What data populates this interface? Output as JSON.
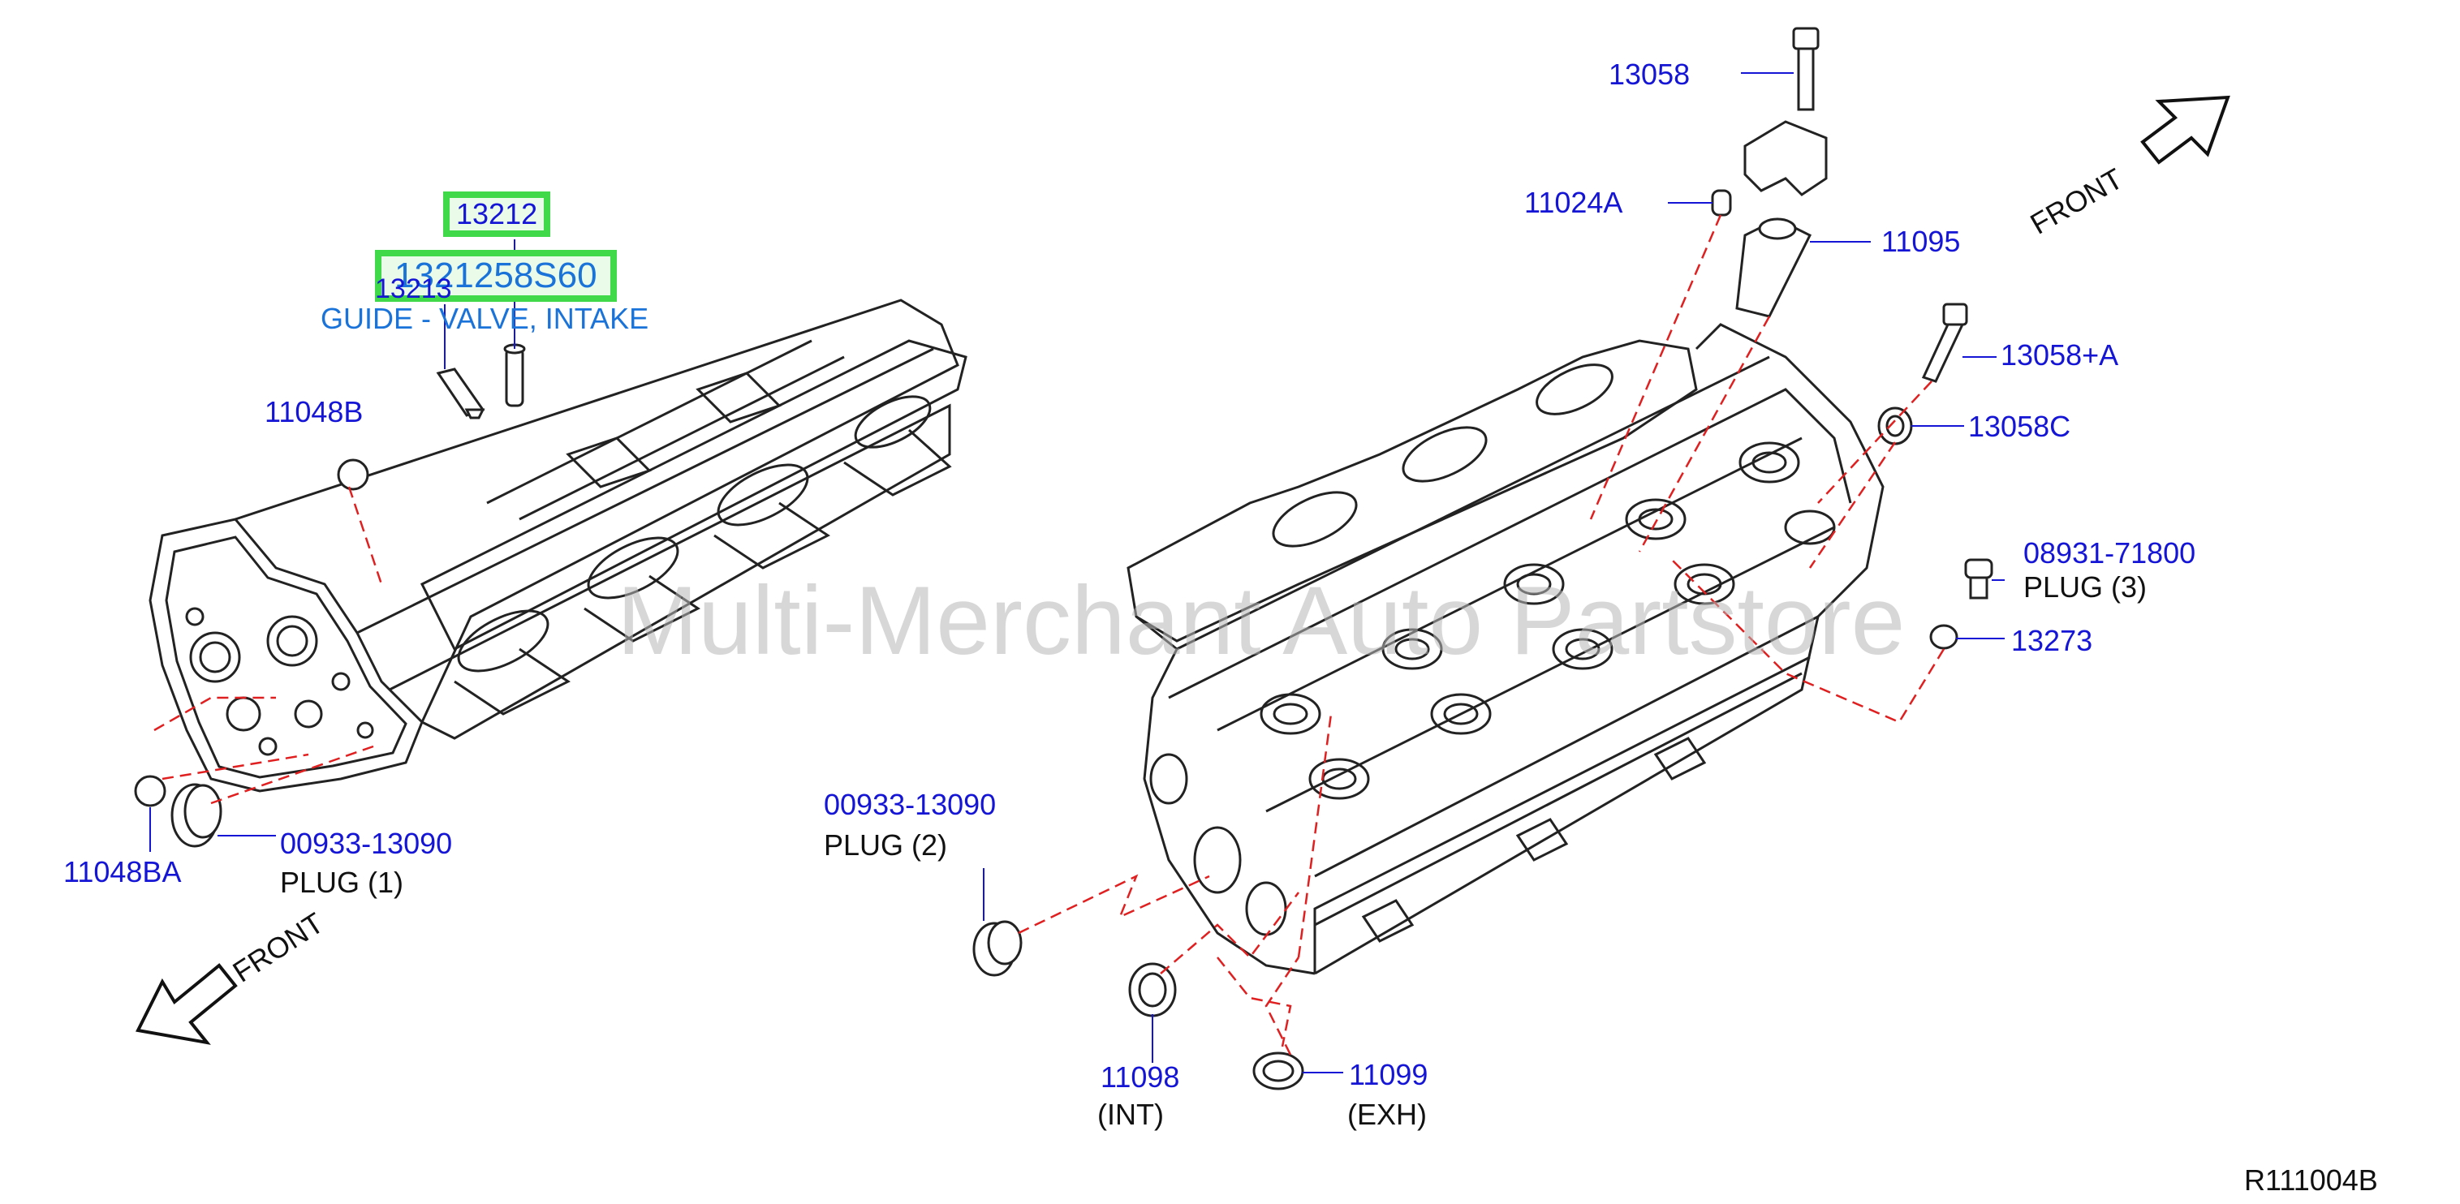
{
  "watermark": "Multi-Merchant Auto Partstore",
  "diagram_code": "R111004B",
  "front_label": "FRONT",
  "selected": {
    "part_number": "13212",
    "oem_number": "1321258S60",
    "description": "GUIDE - VALVE, INTAKE"
  },
  "labels": {
    "p13213": "13213",
    "p11048b": "11048B",
    "p11048ba": "11048BA",
    "p00933_l": "00933-13090",
    "plug1": "PLUG   (1)",
    "p00933_c": "00933-13090",
    "plug2": "PLUG   (2)",
    "p11098": "11098",
    "int": "(INT)",
    "p11099": "11099",
    "exh": "(EXH)",
    "p13058": "13058",
    "p11024a": "11024A",
    "p11095": "11095",
    "p13058a": "13058+A",
    "p13058c": "13058C",
    "p08931": "08931-71800",
    "plug3": "PLUG   (3)",
    "p13273": "13273"
  },
  "colors": {
    "part_link": "#1515d6",
    "highlight_border": "#3fd94a",
    "selected_text": "#1a73d9",
    "leader_dashed": "#e02020",
    "line_art": "#222222"
  }
}
